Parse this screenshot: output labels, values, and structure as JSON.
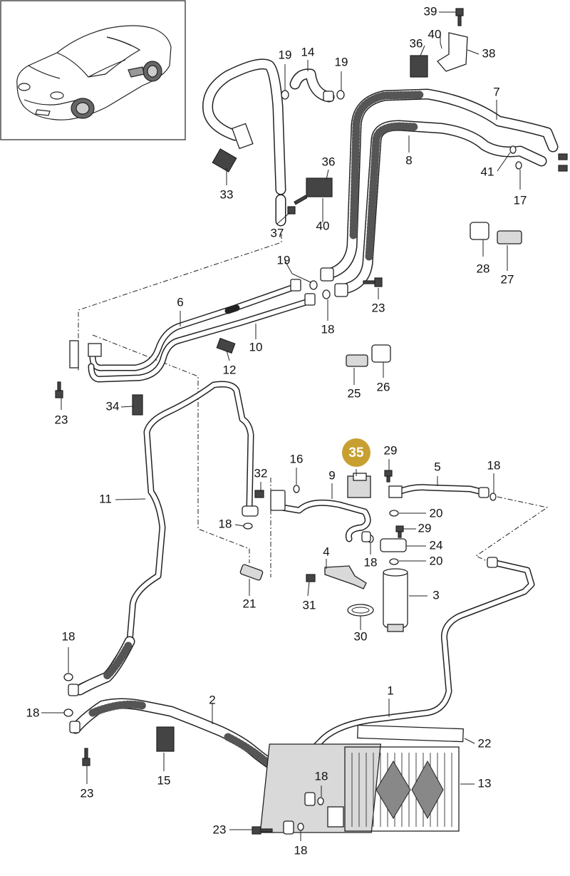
{
  "diagram": {
    "type": "exploded parts diagram",
    "highlight_color": "#c8a032",
    "highlighted_part": "35",
    "callouts": [
      {
        "id": "c1",
        "label": "1"
      },
      {
        "id": "c2",
        "label": "2"
      },
      {
        "id": "c3",
        "label": "3"
      },
      {
        "id": "c4",
        "label": "4"
      },
      {
        "id": "c5",
        "label": "5"
      },
      {
        "id": "c6",
        "label": "6"
      },
      {
        "id": "c7",
        "label": "7"
      },
      {
        "id": "c8",
        "label": "8"
      },
      {
        "id": "c9",
        "label": "9"
      },
      {
        "id": "c10",
        "label": "10"
      },
      {
        "id": "c11",
        "label": "11"
      },
      {
        "id": "c12",
        "label": "12"
      },
      {
        "id": "c13",
        "label": "13"
      },
      {
        "id": "c14",
        "label": "14"
      },
      {
        "id": "c15",
        "label": "15"
      },
      {
        "id": "c16",
        "label": "16"
      },
      {
        "id": "c17",
        "label": "17"
      },
      {
        "id": "c18a",
        "label": "18"
      },
      {
        "id": "c18b",
        "label": "18"
      },
      {
        "id": "c18c",
        "label": "18"
      },
      {
        "id": "c18d",
        "label": "18"
      },
      {
        "id": "c18e",
        "label": "18"
      },
      {
        "id": "c18f",
        "label": "18"
      },
      {
        "id": "c18g",
        "label": "18"
      },
      {
        "id": "c18h",
        "label": "18"
      },
      {
        "id": "c18i",
        "label": "18"
      },
      {
        "id": "c19a",
        "label": "19"
      },
      {
        "id": "c19b",
        "label": "19"
      },
      {
        "id": "c19c",
        "label": "19"
      },
      {
        "id": "c20a",
        "label": "20"
      },
      {
        "id": "c20b",
        "label": "20"
      },
      {
        "id": "c21",
        "label": "21"
      },
      {
        "id": "c22",
        "label": "22"
      },
      {
        "id": "c23a",
        "label": "23"
      },
      {
        "id": "c23b",
        "label": "23"
      },
      {
        "id": "c23c",
        "label": "23"
      },
      {
        "id": "c23d",
        "label": "23"
      },
      {
        "id": "c24",
        "label": "24"
      },
      {
        "id": "c25",
        "label": "25"
      },
      {
        "id": "c26",
        "label": "26"
      },
      {
        "id": "c27",
        "label": "27"
      },
      {
        "id": "c28",
        "label": "28"
      },
      {
        "id": "c29a",
        "label": "29"
      },
      {
        "id": "c29b",
        "label": "29"
      },
      {
        "id": "c30",
        "label": "30"
      },
      {
        "id": "c31",
        "label": "31"
      },
      {
        "id": "c32",
        "label": "32"
      },
      {
        "id": "c33",
        "label": "33"
      },
      {
        "id": "c34",
        "label": "34"
      },
      {
        "id": "c35",
        "label": "35"
      },
      {
        "id": "c36a",
        "label": "36"
      },
      {
        "id": "c36b",
        "label": "36"
      },
      {
        "id": "c37",
        "label": "37"
      },
      {
        "id": "c38",
        "label": "38"
      },
      {
        "id": "c39",
        "label": "39"
      },
      {
        "id": "c40a",
        "label": "40"
      },
      {
        "id": "c40b",
        "label": "40"
      },
      {
        "id": "c41",
        "label": "41"
      }
    ]
  }
}
